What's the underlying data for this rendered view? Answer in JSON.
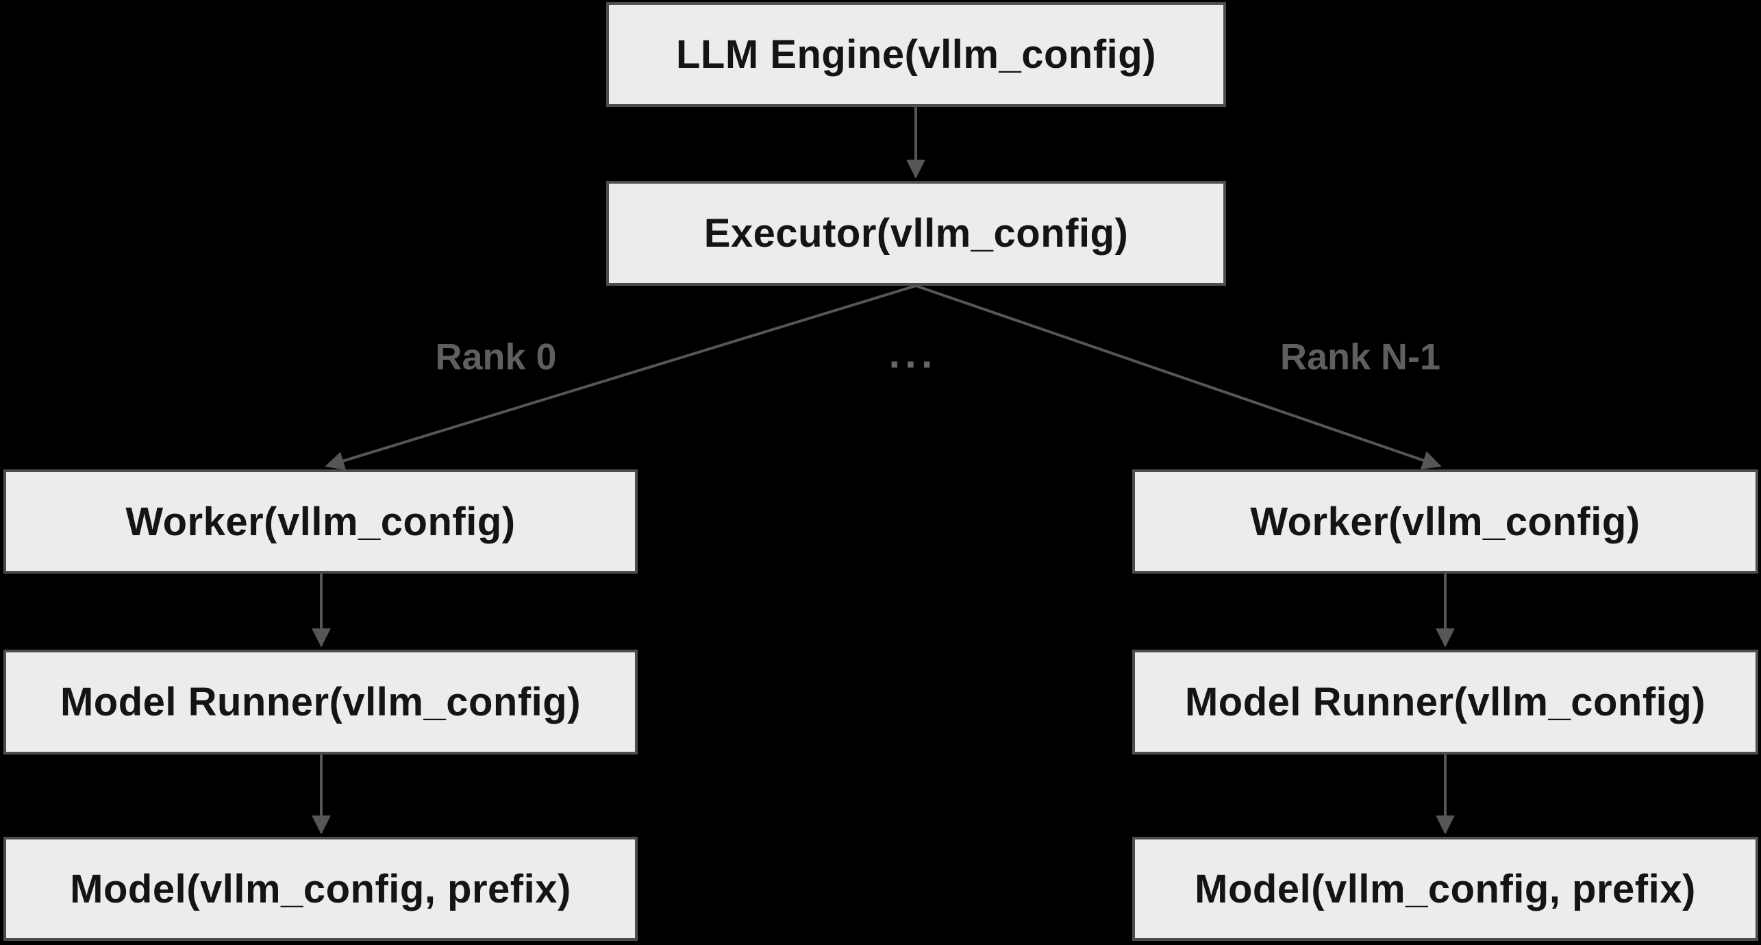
{
  "diagram": {
    "type": "flowchart",
    "background_color": "#000000",
    "node_style": {
      "fill": "#ececec",
      "border_color": "#4d4d4d",
      "text_color": "#141414"
    },
    "edge_style": {
      "arrow_color": "#565656",
      "label_color": "#5f5f5f"
    },
    "nodes": {
      "llm_engine": {
        "label": "LLM Engine(vllm_config)"
      },
      "executor": {
        "label": "Executor(vllm_config)"
      },
      "worker_left": {
        "label": "Worker(vllm_config)"
      },
      "model_runner_left": {
        "label": "Model Runner(vllm_config)"
      },
      "model_left": {
        "label": "Model(vllm_config, prefix)"
      },
      "worker_right": {
        "label": "Worker(vllm_config)"
      },
      "model_runner_right": {
        "label": "Model Runner(vllm_config)"
      },
      "model_right": {
        "label": "Model(vllm_config, prefix)"
      }
    },
    "edge_labels": {
      "rank_0": "Rank 0",
      "ellipsis": "...",
      "rank_n_minus_1": "Rank N-1"
    },
    "edges": [
      {
        "from": "llm_engine",
        "to": "executor"
      },
      {
        "from": "executor",
        "to": "worker_left",
        "label": "Rank 0"
      },
      {
        "from": "executor",
        "to": "worker_right",
        "label": "Rank N-1"
      },
      {
        "from": "worker_left",
        "to": "model_runner_left"
      },
      {
        "from": "model_runner_left",
        "to": "model_left"
      },
      {
        "from": "worker_right",
        "to": "model_runner_right"
      },
      {
        "from": "model_runner_right",
        "to": "model_right"
      }
    ]
  }
}
